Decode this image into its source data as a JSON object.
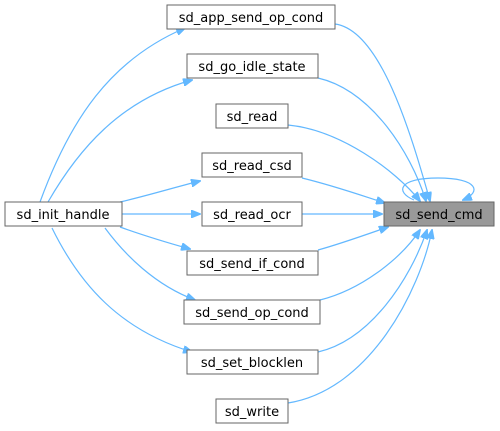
{
  "graph": {
    "nodes": {
      "sd_app_send_op_cond": "sd_app_send_op_cond",
      "sd_go_idle_state": "sd_go_idle_state",
      "sd_read": "sd_read",
      "sd_read_csd": "sd_read_csd",
      "sd_read_ocr": "sd_read_ocr",
      "sd_send_if_cond": "sd_send_if_cond",
      "sd_send_op_cond": "sd_send_op_cond",
      "sd_set_blocklen": "sd_set_blocklen",
      "sd_write": "sd_write",
      "sd_init_handle": "sd_init_handle",
      "sd_send_cmd": "sd_send_cmd"
    },
    "edges": [
      {
        "from": "sd_app_send_op_cond",
        "to": "sd_send_cmd"
      },
      {
        "from": "sd_go_idle_state",
        "to": "sd_send_cmd"
      },
      {
        "from": "sd_read",
        "to": "sd_send_cmd"
      },
      {
        "from": "sd_read_csd",
        "to": "sd_send_cmd"
      },
      {
        "from": "sd_read_ocr",
        "to": "sd_send_cmd"
      },
      {
        "from": "sd_send_if_cond",
        "to": "sd_send_cmd"
      },
      {
        "from": "sd_send_op_cond",
        "to": "sd_send_cmd"
      },
      {
        "from": "sd_set_blocklen",
        "to": "sd_send_cmd"
      },
      {
        "from": "sd_write",
        "to": "sd_send_cmd"
      },
      {
        "from": "sd_send_cmd",
        "to": "sd_send_cmd"
      },
      {
        "from": "sd_init_handle",
        "to": "sd_app_send_op_cond"
      },
      {
        "from": "sd_init_handle",
        "to": "sd_go_idle_state"
      },
      {
        "from": "sd_init_handle",
        "to": "sd_read_csd"
      },
      {
        "from": "sd_init_handle",
        "to": "sd_read_ocr"
      },
      {
        "from": "sd_init_handle",
        "to": "sd_send_if_cond"
      },
      {
        "from": "sd_init_handle",
        "to": "sd_send_op_cond"
      },
      {
        "from": "sd_init_handle",
        "to": "sd_set_blocklen"
      }
    ],
    "colors": {
      "edge": "#63b8ff",
      "node_border": "#666666",
      "node_fill": "#ffffff",
      "target_fill": "#999999"
    }
  }
}
